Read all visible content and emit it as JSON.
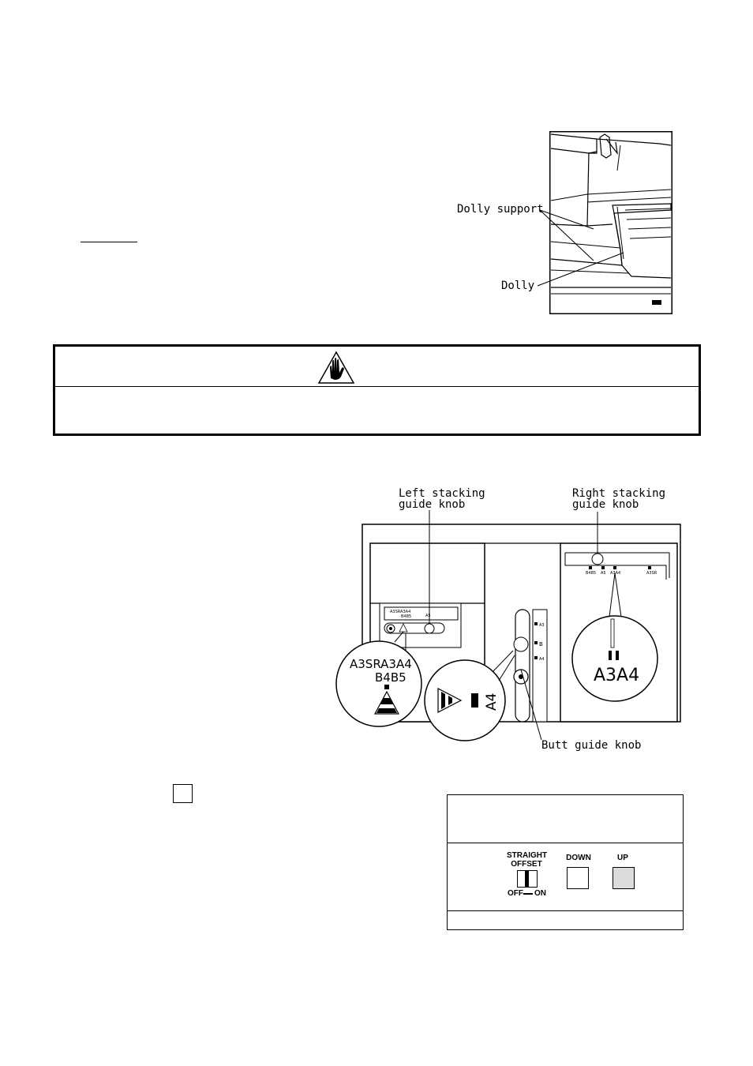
{
  "dolly_figure": {
    "callout_dolly_support": "Dolly support",
    "callout_dolly": "Dolly"
  },
  "warning": {
    "icon": "hand-stop-warning-icon"
  },
  "guide_figure": {
    "left_knob_label_line1": "Left stacking",
    "left_knob_label_line2": "guide knob",
    "right_knob_label_line1": "Right stacking",
    "right_knob_label_line2": "guide knob",
    "butt_knob_label": "Butt guide knob",
    "left_scale_line1": "A3SRA3A4",
    "left_scale_line2": "B4B5",
    "left_scale_mark": "A5",
    "right_scale_marks": [
      "B4B5",
      "A5",
      "A3A4",
      "A3SR"
    ],
    "butt_scale_marks": [
      "A3",
      "B",
      "A4"
    ],
    "zoom_left_line1": "A3SRA3A4",
    "zoom_left_line2": "B4B5",
    "zoom_center_text": "A4",
    "zoom_right_text": "A3A4"
  },
  "control_panel": {
    "straight_label": "STRAIGHT",
    "offset_label": "OFFSET",
    "off_label": "OFF",
    "on_label": "ON",
    "down_label": "DOWN",
    "up_label": "UP"
  }
}
